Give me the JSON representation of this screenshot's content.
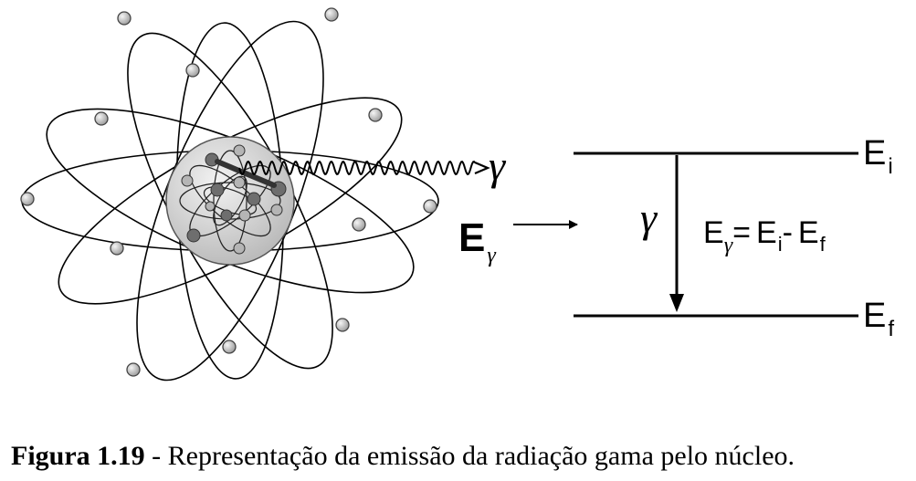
{
  "diagram": {
    "emission_symbol": "γ",
    "incoming_energy": {
      "letter": "E",
      "subscript": "γ"
    },
    "transition_symbol": "γ",
    "equation": {
      "lhs_letter": "E",
      "lhs_subscript": "γ",
      "eq": "=",
      "term1_letter": "E",
      "term1_subscript": "i",
      "minus": "-",
      "term2_letter": "E",
      "term2_subscript": "f"
    },
    "levels": [
      {
        "letter": "E",
        "subscript": "i"
      },
      {
        "letter": "E",
        "subscript": "f"
      }
    ],
    "colors": {
      "line": "#000000",
      "nucleus_fill": "#d9d9d9",
      "electron_fill": "#cfcfcf",
      "nucleon_dark": "#6e6e6e",
      "nucleon_light": "#b5b5b5"
    }
  },
  "caption": {
    "label": "Figura 1.19",
    "text": " - Representação da emissão da radiação gama pelo núcleo."
  }
}
